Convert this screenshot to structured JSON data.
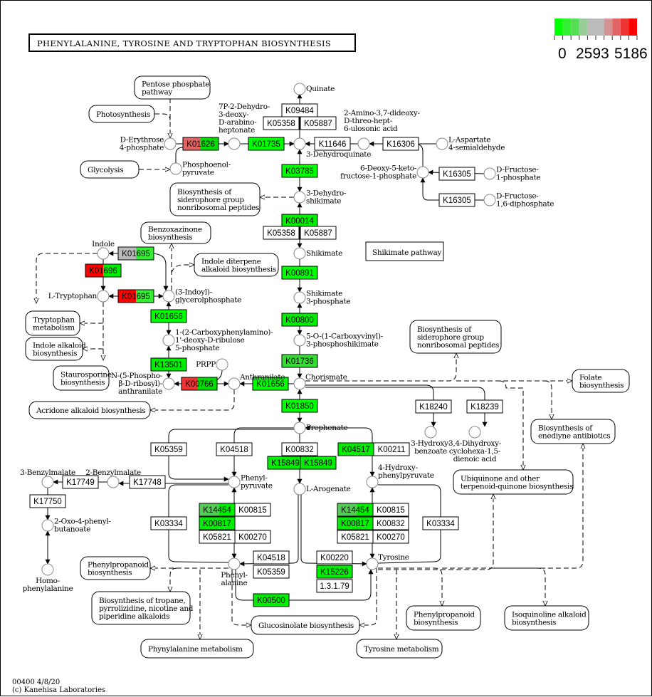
{
  "title": "PHENYLALANINE, TYROSINE AND TRYPTOPHAN BIOSYNTHESIS",
  "legend": {
    "colors": [
      "#00ff00",
      "#33ee33",
      "#55dd55",
      "#99cc99",
      "#bbbbbb",
      "#bbbbbb",
      "#d49494",
      "#e06666",
      "#ee3333",
      "#ff0000"
    ],
    "labels": [
      "0",
      "2593",
      "5186"
    ]
  },
  "footer": {
    "line1": "00400 4/8/20",
    "line2": "(c) Kanehisa Laboratories"
  },
  "section_label": "Shikimate pathway",
  "compounds": [
    {
      "id": "quinate",
      "label": [
        "Quinate"
      ]
    },
    {
      "id": "e4p",
      "label": [
        "D-Erythrose",
        "4-phosphate"
      ]
    },
    {
      "id": "dahp",
      "label": [
        "7P-2-Dehydro-",
        "3-deoxy-",
        "D-arabino-",
        "heptonate"
      ]
    },
    {
      "id": "dhq",
      "label": [
        "3-Dehydroquinate"
      ]
    },
    {
      "id": "aminodd",
      "label": [
        "2-Amino-3,7-dideoxy-",
        "D-threo-hept-",
        "6-ulosonic acid"
      ]
    },
    {
      "id": "asa",
      "label": [
        "L-Aspartate",
        "4-semialdehyde"
      ]
    },
    {
      "id": "pep",
      "label": [
        "Phosphoenol-",
        "pyruvate"
      ]
    },
    {
      "id": "ddf",
      "label": [
        "6-Deoxy-5-keto-",
        "fructose-1-phosphate"
      ]
    },
    {
      "id": "f1p",
      "label": [
        "D-Fructose-",
        "1-phosphate"
      ]
    },
    {
      "id": "fbp",
      "label": [
        "D-Fructose-",
        "1,6-diphosphate"
      ]
    },
    {
      "id": "dhs",
      "label": [
        "3-Dehydro-",
        "shikimate"
      ]
    },
    {
      "id": "shik",
      "label": [
        "Shikimate"
      ]
    },
    {
      "id": "s3p",
      "label": [
        "Shikimate",
        "3-phosphate"
      ]
    },
    {
      "id": "epsp",
      "label": [
        "5-O-(1-Carboxyvinyl)-",
        "3-phosphoshikimate"
      ]
    },
    {
      "id": "chor",
      "label": [
        "Chorismate"
      ]
    },
    {
      "id": "indole",
      "label": [
        "Indole"
      ]
    },
    {
      "id": "trp",
      "label": [
        "L-Tryptophan"
      ]
    },
    {
      "id": "igp",
      "label": [
        "(3-Indoyl)-",
        "glycerolphosphate"
      ]
    },
    {
      "id": "cdrp",
      "label": [
        "1-(2-Carboxyphenylamino)-",
        "1'-deoxy-D-ribulose",
        "5-phosphate"
      ]
    },
    {
      "id": "prpp",
      "label": [
        "PRPP"
      ]
    },
    {
      "id": "pra",
      "label": [
        "N-(5-Phospho-",
        "β-D-ribosyl)-",
        "anthranilate"
      ]
    },
    {
      "id": "anth",
      "label": [
        "Anthranilate"
      ]
    },
    {
      "id": "preph",
      "label": [
        "Prephenate"
      ]
    },
    {
      "id": "hb3",
      "label": [
        "3-Hydroxy-",
        "benzoate"
      ]
    },
    {
      "id": "dhcd",
      "label": [
        "3,4-Dihydroxy-",
        "cyclohexa-1,5-",
        "dienoic acid"
      ]
    },
    {
      "id": "phpyr",
      "label": [
        "Phenyl-",
        "pyruvate"
      ]
    },
    {
      "id": "arog",
      "label": [
        "L-Arogenate"
      ]
    },
    {
      "id": "hpp",
      "label": [
        "4-Hydroxy-",
        "phenylpyruvate"
      ]
    },
    {
      "id": "bm3",
      "label": [
        "3-Benzylmalate"
      ]
    },
    {
      "id": "bm2",
      "label": [
        "2-Benzylmalate"
      ]
    },
    {
      "id": "opb",
      "label": [
        "2-Oxo-4-phenyl-",
        "butanoate"
      ]
    },
    {
      "id": "hphe",
      "label": [
        "Homo-",
        "phenylalanine"
      ]
    },
    {
      "id": "phe",
      "label": [
        "Phenyl-",
        "alanine"
      ]
    },
    {
      "id": "tyr",
      "label": [
        "Tyrosine"
      ]
    }
  ],
  "orthologs": [
    {
      "id": "K01626",
      "colors": [
        "#e06666",
        "#00dd00"
      ],
      "split": 0.5
    },
    {
      "id": "K01735",
      "colors": [
        "#00ff00"
      ]
    },
    {
      "id": "K09484",
      "colors": [
        "#ffffff"
      ]
    },
    {
      "id": "K05358",
      "colors": [
        "#ffffff"
      ]
    },
    {
      "id": "K05887",
      "colors": [
        "#ffffff"
      ]
    },
    {
      "id": "K11646",
      "colors": [
        "#ffffff"
      ]
    },
    {
      "id": "K16306",
      "colors": [
        "#ffffff"
      ]
    },
    {
      "id": "K16305",
      "colors": [
        "#ffffff"
      ]
    },
    {
      "id": "K03785",
      "colors": [
        "#00ff00"
      ]
    },
    {
      "id": "K00014",
      "colors": [
        "#00ee00"
      ]
    },
    {
      "id": "K00891",
      "colors": [
        "#00ff00"
      ]
    },
    {
      "id": "K00800",
      "colors": [
        "#00ee00"
      ]
    },
    {
      "id": "K01736",
      "colors": [
        "#33dd33"
      ]
    },
    {
      "id": "K01695",
      "colors": [
        "#bbbbbb",
        "#33ee33"
      ],
      "split": 0.5
    },
    {
      "id": "K01696",
      "colors": [
        "#ff0000",
        "#00ee00"
      ],
      "split": 0.5
    },
    {
      "id": "K01695b",
      "label": "K01695",
      "colors": [
        "#ff0000",
        "#33ee33"
      ],
      "split": 0.5
    },
    {
      "id": "K01656",
      "colors": [
        "#00ff00"
      ]
    },
    {
      "id": "K13501",
      "colors": [
        "#00ee00"
      ]
    },
    {
      "id": "K00766",
      "colors": [
        "#ee3333",
        "#00dd00"
      ],
      "split": 0.45
    },
    {
      "id": "K01850",
      "colors": [
        "#00ff00"
      ]
    },
    {
      "id": "K18240",
      "colors": [
        "#ffffff"
      ]
    },
    {
      "id": "K18239",
      "colors": [
        "#ffffff"
      ]
    },
    {
      "id": "K05359",
      "colors": [
        "#ffffff"
      ]
    },
    {
      "id": "K04518",
      "colors": [
        "#ffffff"
      ]
    },
    {
      "id": "K00832",
      "colors": [
        "#ffffff"
      ]
    },
    {
      "id": "K15849",
      "colors": [
        "#00ee00"
      ]
    },
    {
      "id": "K04517",
      "colors": [
        "#00ee00"
      ]
    },
    {
      "id": "K00211",
      "colors": [
        "#ffffff"
      ]
    },
    {
      "id": "K17749",
      "colors": [
        "#ffffff"
      ]
    },
    {
      "id": "K17748",
      "colors": [
        "#ffffff"
      ]
    },
    {
      "id": "K17750",
      "colors": [
        "#ffffff"
      ]
    },
    {
      "id": "K03334",
      "colors": [
        "#ffffff"
      ]
    },
    {
      "id": "K14454",
      "colors": [
        "#55cc55",
        "#00ee00"
      ],
      "split": 0.55
    },
    {
      "id": "K00815",
      "colors": [
        "#ffffff"
      ]
    },
    {
      "id": "K00817",
      "colors": [
        "#00ee00"
      ]
    },
    {
      "id": "K05821",
      "colors": [
        "#ffffff"
      ]
    },
    {
      "id": "K00270",
      "colors": [
        "#ffffff"
      ]
    },
    {
      "id": "K00220",
      "colors": [
        "#ffffff"
      ]
    },
    {
      "id": "K15226",
      "colors": [
        "#00ee00"
      ]
    },
    {
      "id": "EC1.3.1.79",
      "label": "1.3.1.79",
      "colors": [
        "#ffffff"
      ]
    },
    {
      "id": "K00500",
      "colors": [
        "#00ee00"
      ]
    }
  ],
  "maps": [
    {
      "id": "ppp",
      "label": [
        "Pentose phosphate",
        "pathway"
      ]
    },
    {
      "id": "photo",
      "label": [
        "Photosynthesis"
      ]
    },
    {
      "id": "glyco",
      "label": [
        "Glycolysis"
      ]
    },
    {
      "id": "sidero1",
      "label": [
        "Biosynthesis of",
        "siderophore group",
        "nonribosomal peptides"
      ]
    },
    {
      "id": "benzox",
      "label": [
        "Benzoxazinone",
        "biosynthesis"
      ]
    },
    {
      "id": "indterp",
      "label": [
        "Indole diterpene",
        "alkaloid biosynthesis"
      ]
    },
    {
      "id": "trpmet",
      "label": [
        "Tryptophan",
        "metabolism"
      ]
    },
    {
      "id": "indalk",
      "label": [
        "Indole alkaloid",
        "biosynthesis"
      ]
    },
    {
      "id": "stauro",
      "label": [
        "Staurosporine",
        "biosynthesis"
      ]
    },
    {
      "id": "acrid",
      "label": [
        "Acridone alkaloid biosynthesis"
      ]
    },
    {
      "id": "sidero2",
      "label": [
        "Biosynthesis of",
        "siderophore group",
        "nonribosomal peptides"
      ]
    },
    {
      "id": "folate",
      "label": [
        "Folate",
        "biosynthesis"
      ]
    },
    {
      "id": "enediyne",
      "label": [
        "Biosynthesis of",
        "enediyne antibiotics"
      ]
    },
    {
      "id": "ubiq",
      "label": [
        "Ubiquinone and other",
        "terpenoid-quinone biosynthesis"
      ]
    },
    {
      "id": "phenprop1",
      "label": [
        "Phenylpropanoid",
        "biosynthesis"
      ]
    },
    {
      "id": "tropane",
      "label": [
        "Biosynthesis of tropane,",
        "pyrrolizidine, nicotine and",
        "piperidine alkaloids"
      ]
    },
    {
      "id": "glucos",
      "label": [
        "Glucosinolate biosynthesis"
      ]
    },
    {
      "id": "phemet",
      "label": [
        "Phynylalanine metabolism"
      ]
    },
    {
      "id": "tyrmet",
      "label": [
        "Tyrosine metabolism"
      ]
    },
    {
      "id": "phenprop2",
      "label": [
        "Phenylpropanoid",
        "biosynthesis"
      ]
    },
    {
      "id": "isoq",
      "label": [
        "Isoquinoline alkaloid",
        "biosynthesis"
      ]
    }
  ]
}
